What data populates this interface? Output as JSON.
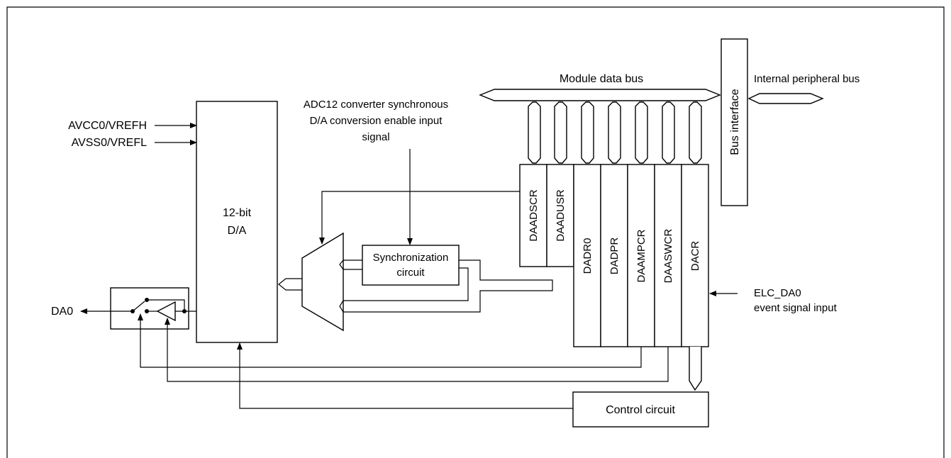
{
  "signals": {
    "avcc": "AVCC0/VREFH",
    "avss": "AVSS0/VREFL",
    "da0": "DA0",
    "adc_sync_line1": "ADC12 converter synchronous",
    "adc_sync_line2": "D/A conversion enable input",
    "adc_sync_line3": "signal",
    "elc_line1": "ELC_DA0",
    "elc_line2": "event signal input"
  },
  "buses": {
    "module_data_bus": "Module data bus",
    "internal_peripheral_bus": "Internal peripheral bus",
    "bus_interface": "Bus interface"
  },
  "blocks": {
    "dac_line1": "12-bit",
    "dac_line2": "D/A",
    "sync_line1": "Synchronization",
    "sync_line2": "circuit",
    "control": "Control circuit"
  },
  "registers": [
    "DAADSCR",
    "DAADUSR",
    "DADR0",
    "DADPR",
    "DAAMPCR",
    "DAASWCR",
    "DACR"
  ]
}
